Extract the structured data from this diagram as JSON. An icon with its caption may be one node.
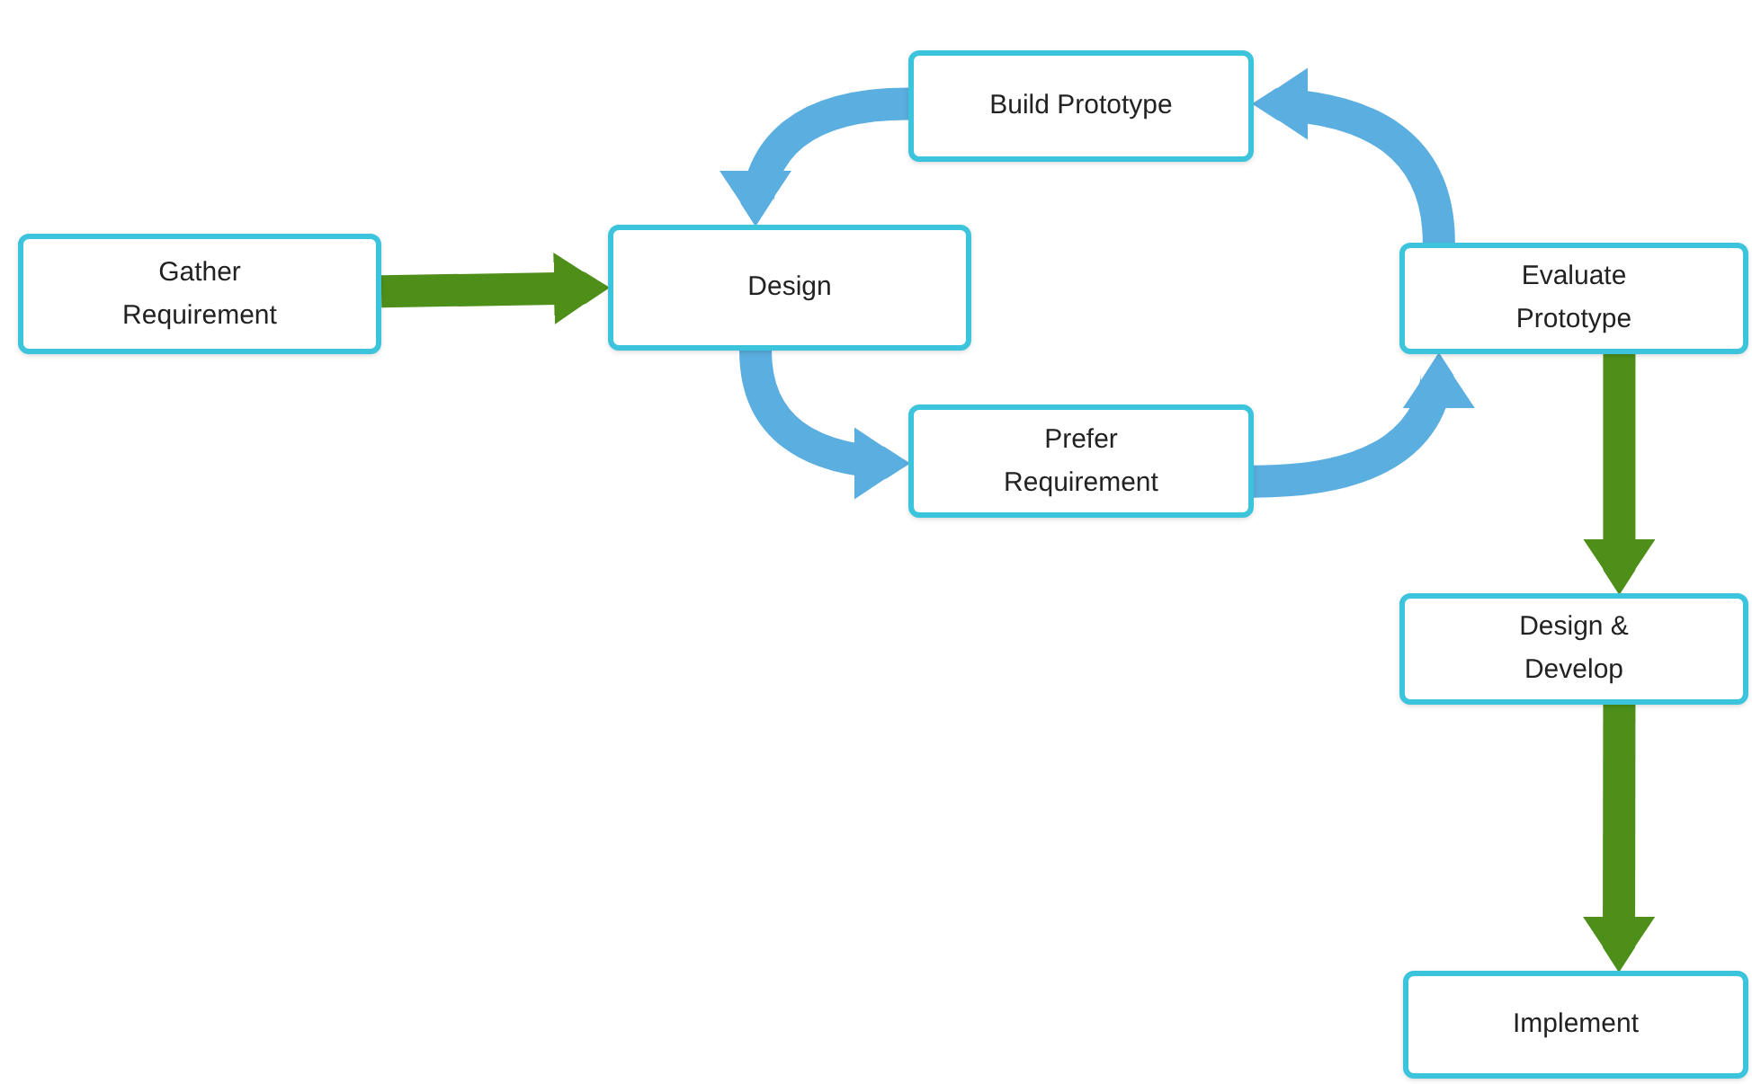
{
  "diagram": {
    "nodes": [
      {
        "text": [
          "Gather Requirement"
        ]
      },
      {
        "text": [
          "Design"
        ]
      },
      {
        "text": [
          "Build Prototype"
        ]
      },
      {
        "text": [
          "Evaluate Prototype"
        ]
      },
      {
        "text": [
          "Prefer Requirement"
        ]
      },
      {
        "text": [
          "Design & Develop"
        ]
      },
      {
        "text": [
          "Implement"
        ]
      }
    ],
    "edges": [
      {
        "from": 0,
        "to": 1,
        "arrow": "to",
        "color": "#4e8f1a"
      },
      {
        "from": 1,
        "to": 4,
        "arrow": "to"
      },
      {
        "from": 4,
        "to": 3,
        "arrow": "to"
      },
      {
        "from": 3,
        "to": 2,
        "arrow": "to"
      },
      {
        "from": 2,
        "to": 1,
        "arrow": "to"
      },
      {
        "from": 3,
        "to": 5,
        "arrow": "to",
        "color": "#4e8f1a"
      },
      {
        "from": 5,
        "to": 6,
        "arrow": "to",
        "color": "#4e8f1a"
      }
    ]
  }
}
